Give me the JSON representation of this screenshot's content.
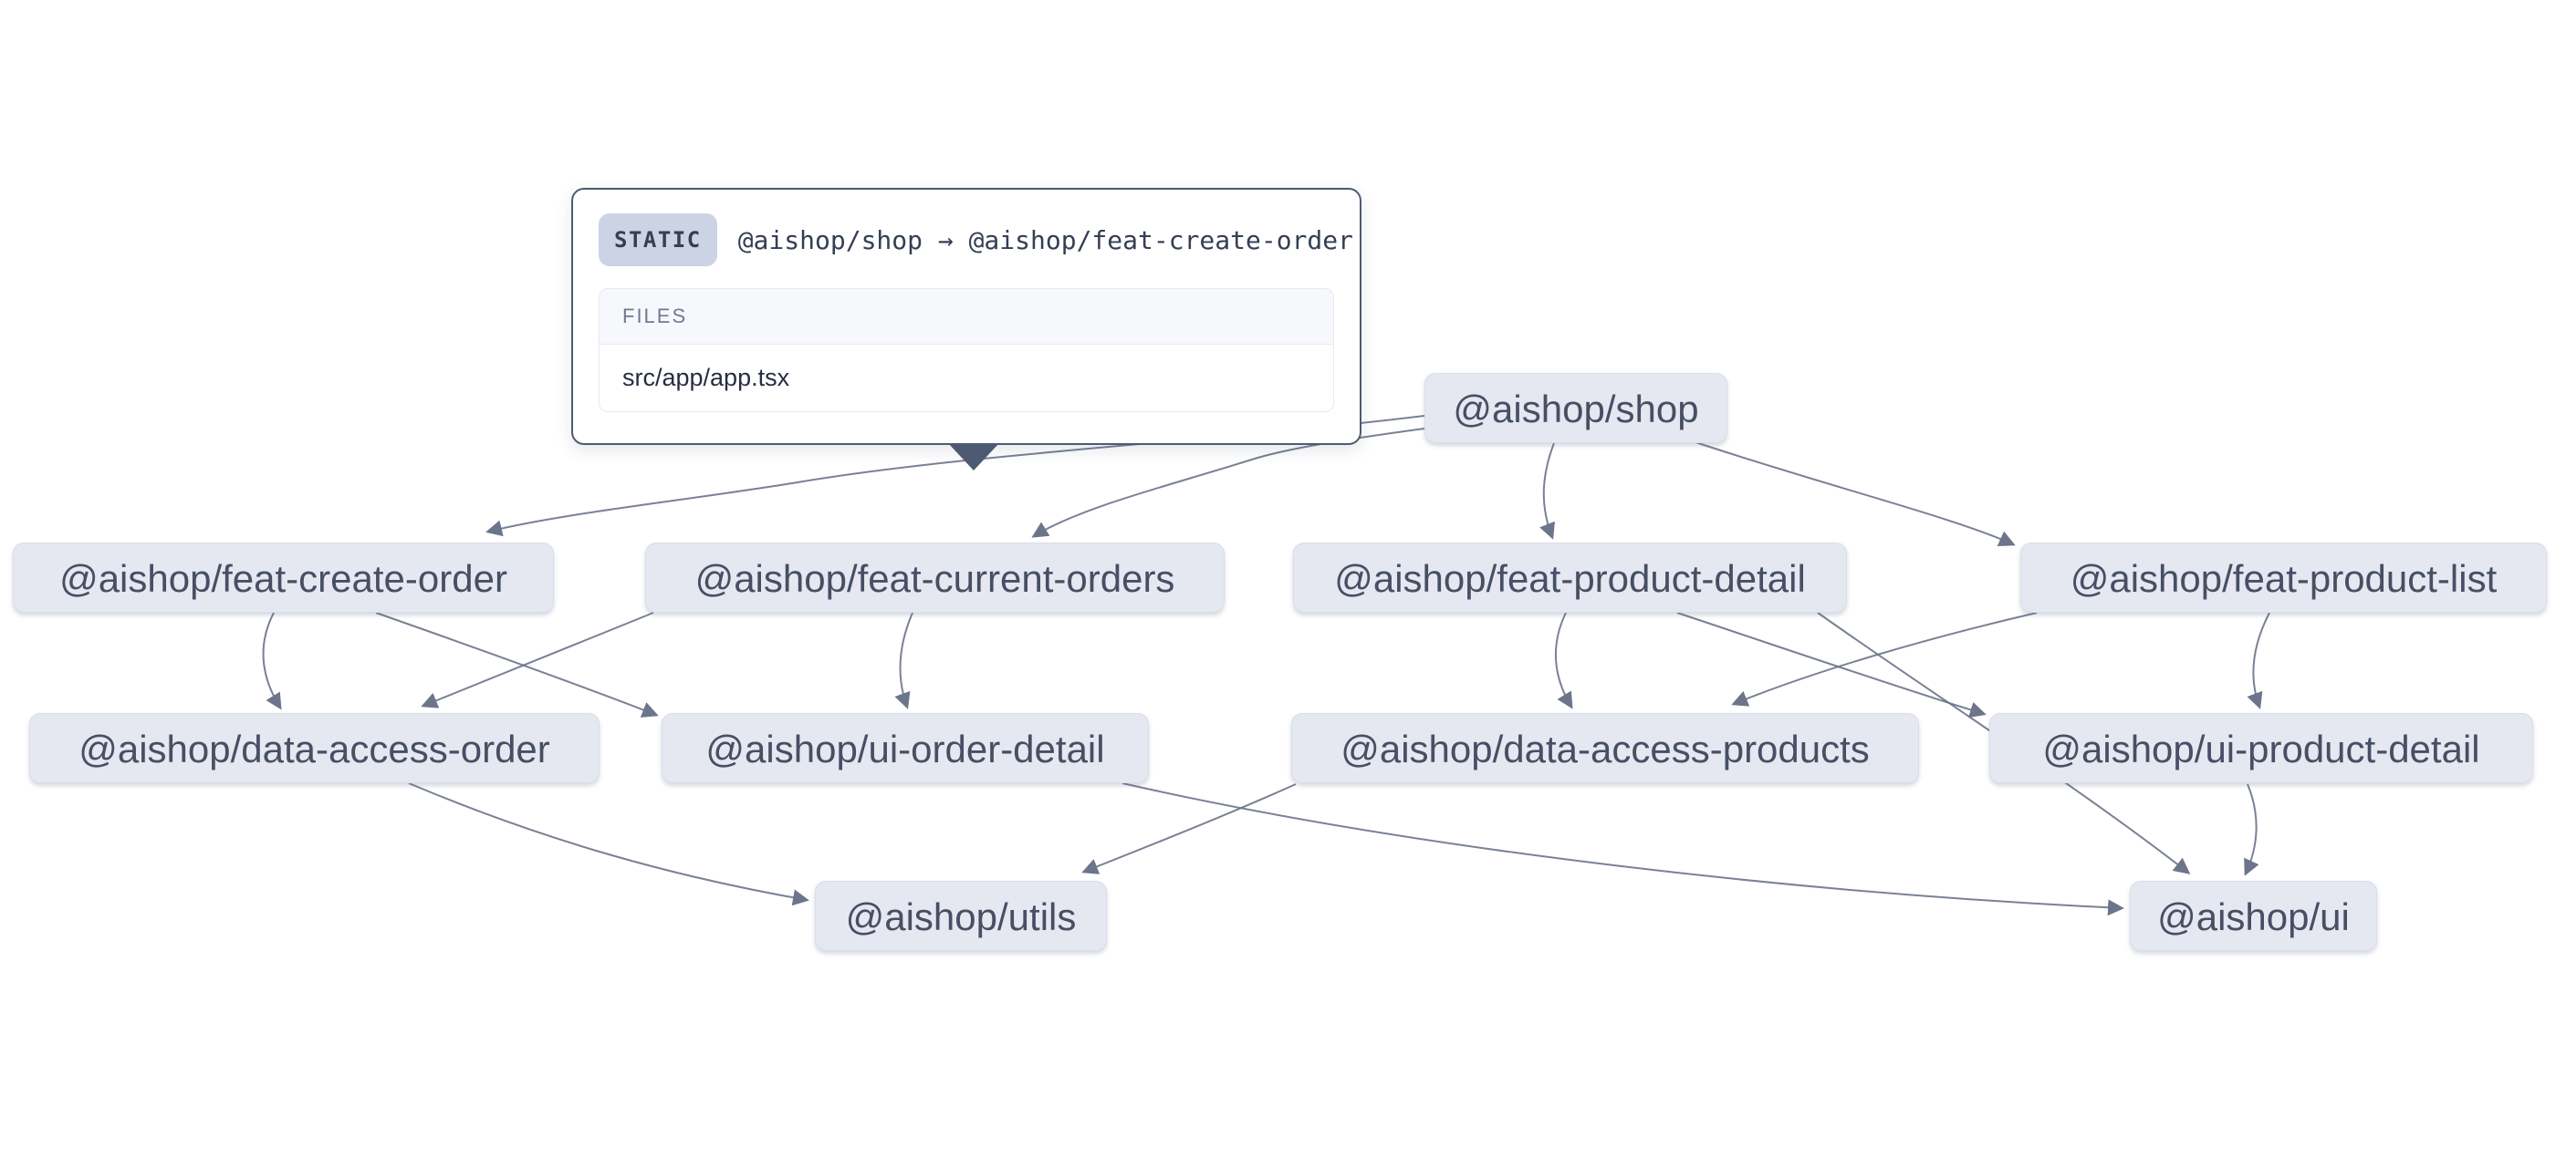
{
  "tooltip": {
    "badge": "STATIC",
    "title": "@aishop/shop → @aishop/feat-create-order",
    "files_heading": "FILES",
    "files": [
      "src/app/app.tsx"
    ]
  },
  "nodes": [
    {
      "id": "shop",
      "label": "@aishop/shop"
    },
    {
      "id": "feat-create-order",
      "label": "@aishop/feat-create-order"
    },
    {
      "id": "feat-current-orders",
      "label": "@aishop/feat-current-orders"
    },
    {
      "id": "feat-product-detail",
      "label": "@aishop/feat-product-detail"
    },
    {
      "id": "feat-product-list",
      "label": "@aishop/feat-product-list"
    },
    {
      "id": "data-access-order",
      "label": "@aishop/data-access-order"
    },
    {
      "id": "ui-order-detail",
      "label": "@aishop/ui-order-detail"
    },
    {
      "id": "data-access-products",
      "label": "@aishop/data-access-products"
    },
    {
      "id": "ui-product-detail",
      "label": "@aishop/ui-product-detail"
    },
    {
      "id": "utils",
      "label": "@aishop/utils"
    },
    {
      "id": "ui",
      "label": "@aishop/ui"
    }
  ],
  "edges": [
    {
      "from": "@aishop/shop",
      "to": "@aishop/feat-create-order",
      "type": "static"
    },
    {
      "from": "@aishop/shop",
      "to": "@aishop/feat-current-orders"
    },
    {
      "from": "@aishop/shop",
      "to": "@aishop/feat-product-detail"
    },
    {
      "from": "@aishop/shop",
      "to": "@aishop/feat-product-list"
    },
    {
      "from": "@aishop/feat-create-order",
      "to": "@aishop/data-access-order"
    },
    {
      "from": "@aishop/feat-create-order",
      "to": "@aishop/ui-order-detail"
    },
    {
      "from": "@aishop/feat-current-orders",
      "to": "@aishop/data-access-order"
    },
    {
      "from": "@aishop/feat-current-orders",
      "to": "@aishop/ui-order-detail"
    },
    {
      "from": "@aishop/feat-product-detail",
      "to": "@aishop/data-access-products"
    },
    {
      "from": "@aishop/feat-product-detail",
      "to": "@aishop/ui-product-detail"
    },
    {
      "from": "@aishop/feat-product-detail",
      "to": "@aishop/ui"
    },
    {
      "from": "@aishop/feat-product-list",
      "to": "@aishop/data-access-products"
    },
    {
      "from": "@aishop/feat-product-list",
      "to": "@aishop/ui-product-detail"
    },
    {
      "from": "@aishop/data-access-order",
      "to": "@aishop/utils"
    },
    {
      "from": "@aishop/data-access-products",
      "to": "@aishop/utils"
    },
    {
      "from": "@aishop/ui-order-detail",
      "to": "@aishop/ui"
    },
    {
      "from": "@aishop/ui-product-detail",
      "to": "@aishop/ui"
    }
  ],
  "colors": {
    "node_fill": "#e5e8f1",
    "node_text": "#474f64",
    "edge": "#6b7489",
    "tooltip_border": "#4e5a73",
    "badge_bg": "#ccd3e4",
    "badge_text": "#353e54"
  }
}
